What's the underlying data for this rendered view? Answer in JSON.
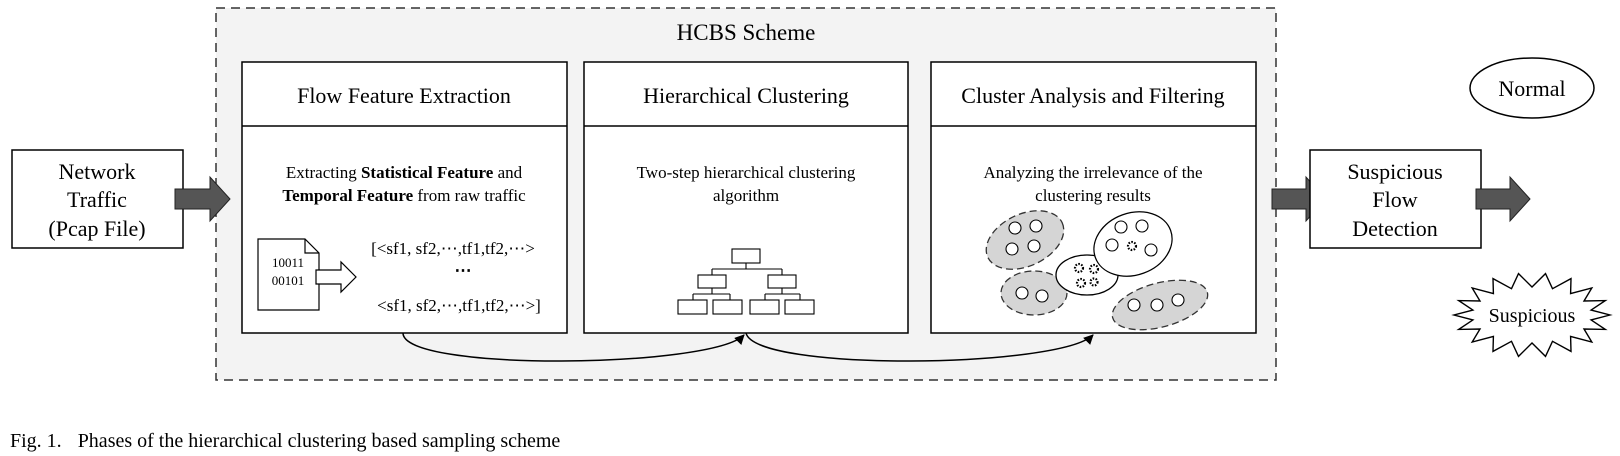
{
  "scheme": {
    "title": "HCBS Scheme"
  },
  "input": {
    "lines": [
      "Network",
      "Traffic",
      "(Pcap File)"
    ]
  },
  "phases": [
    {
      "title": "Flow Feature Extraction",
      "desc_line1": {
        "pre": "Extracting ",
        "bold": "Statistical Feature",
        "post": " and"
      },
      "desc_line2": {
        "bold": "Temporal Feature",
        "post": " from raw traffic"
      },
      "file_bits": [
        "10011",
        "00101"
      ],
      "vectors": [
        "[<sf1, sf2,⋯,tf1,tf2,⋯>",
        "⋯",
        "<sf1, sf2,⋯,tf1,tf2,⋯>]"
      ]
    },
    {
      "title": "Hierarchical Clustering",
      "desc": [
        "Two-step hierarchical clustering",
        "algorithm"
      ]
    },
    {
      "title": "Cluster Analysis and Filtering",
      "desc": [
        "Analyzing the irrelevance of the",
        "clustering results"
      ]
    }
  ],
  "detection": {
    "lines": [
      "Suspicious",
      "Flow",
      "Detection"
    ]
  },
  "outputs": {
    "normal": "Normal",
    "suspicious": "Suspicious"
  },
  "caption": {
    "number": "Fig. 1.",
    "text": "Phases of the hierarchical clustering based sampling scheme"
  }
}
